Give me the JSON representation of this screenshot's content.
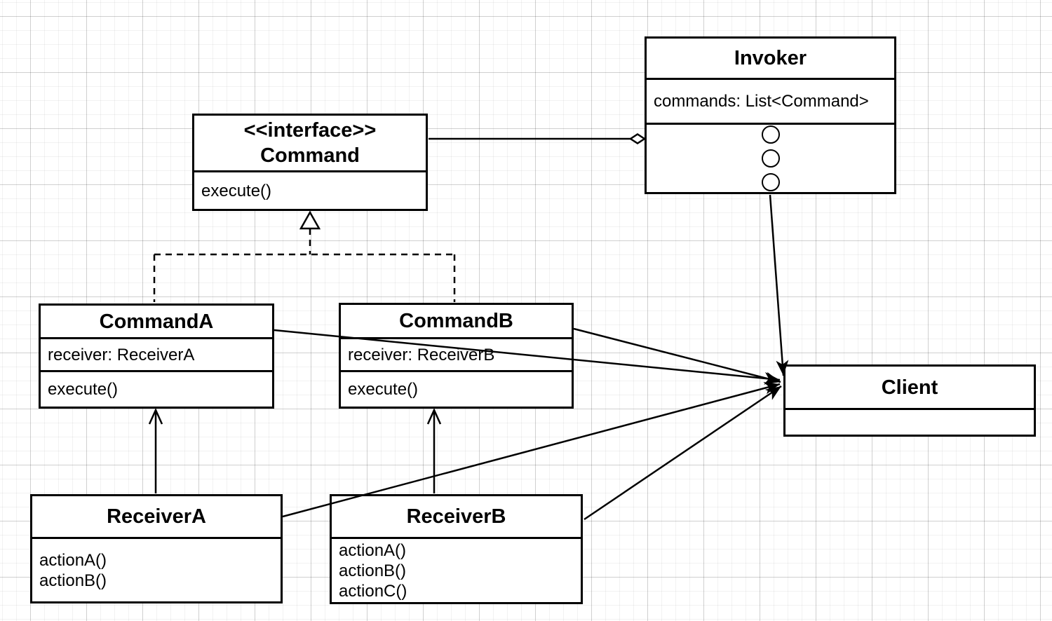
{
  "canvas": {
    "background": "#ffffff",
    "grid_minor_color": "#f2f2f2",
    "grid_major_color": "#dadada",
    "stroke_color": "#000000",
    "fill_color": "#ffffff"
  },
  "classes": {
    "invoker": {
      "title": "Invoker",
      "attribute": "commands: List<Command>",
      "placeholder_icon": "three-circles-icon"
    },
    "command_interface": {
      "stereotype": "<<interface>>",
      "title": "Command",
      "method": "execute()"
    },
    "command_a": {
      "title": "CommandA",
      "attribute": "receiver: ReceiverA",
      "method": "execute()"
    },
    "command_b": {
      "title": "CommandB",
      "attribute": "receiver: ReceiverB",
      "method": "execute()"
    },
    "receiver_a": {
      "title": "ReceiverA",
      "methods": [
        "actionA()",
        "actionB()"
      ]
    },
    "receiver_b": {
      "title": "ReceiverB",
      "methods": [
        "actionA()",
        "actionB()",
        "actionC()"
      ]
    },
    "client": {
      "title": "Client"
    }
  },
  "relationships": [
    {
      "from": "Command",
      "to": "Invoker",
      "type": "aggregation"
    },
    {
      "from": "CommandA",
      "to": "Command",
      "type": "realization"
    },
    {
      "from": "CommandB",
      "to": "Command",
      "type": "realization"
    },
    {
      "from": "ReceiverA",
      "to": "CommandA",
      "type": "association"
    },
    {
      "from": "ReceiverB",
      "to": "CommandB",
      "type": "association"
    },
    {
      "from": "CommandA",
      "to": "Client",
      "type": "directed-association"
    },
    {
      "from": "CommandB",
      "to": "Client",
      "type": "directed-association"
    },
    {
      "from": "ReceiverA",
      "to": "Client",
      "type": "directed-association"
    },
    {
      "from": "ReceiverB",
      "to": "Client",
      "type": "directed-association"
    },
    {
      "from": "Invoker",
      "to": "Client",
      "type": "directed-association"
    }
  ]
}
